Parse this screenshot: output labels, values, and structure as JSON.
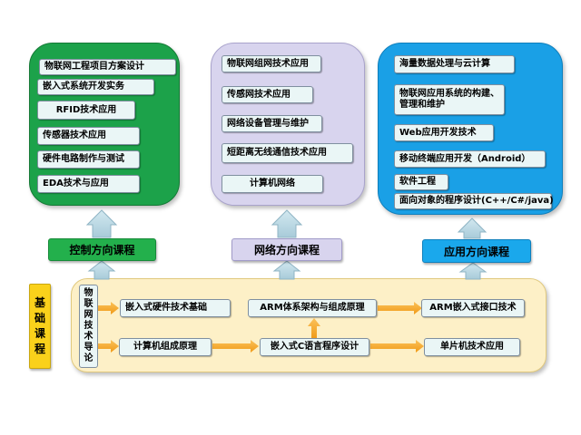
{
  "control": {
    "label": "控制方向课程",
    "courses": [
      "物联网工程项目方案设计",
      "嵌入式系统开发实务",
      "RFID技术应用",
      "传感器技术应用",
      "硬件电路制作与测试",
      "EDA技术与应用"
    ]
  },
  "network": {
    "label": "网络方向课程",
    "courses": [
      "物联网组网技术应用",
      "传感网技术应用",
      "网络设备管理与维护",
      "短距离无线通信技术应用",
      "计算机网络"
    ]
  },
  "app": {
    "label": "应用方向课程",
    "courses": [
      "海量数据处理与云计算",
      "物联网应用系统的构建、管理和维护",
      "Web应用开发技术",
      "移动终端应用开发（Android）",
      "软件工程",
      "面向对象的程序设计(C++/C#/java)"
    ]
  },
  "foundation": {
    "label": [
      "基",
      "础",
      "课",
      "程"
    ],
    "intro": [
      "物",
      "联",
      "网",
      "技",
      "术",
      "导",
      "论"
    ],
    "courses": {
      "embedded_hw": "嵌入式硬件技术基础",
      "arm_arch": "ARM体系架构与组成原理",
      "arm_iface": "ARM嵌入式接口技术",
      "comp_org": "计算机组成原理",
      "embedded_c": "嵌入式C语言程序设计",
      "mcu": "单片机技术应用"
    }
  },
  "colors": {
    "control": "#1ca24a",
    "network": "#d8d4ee",
    "app": "#1aa0e6",
    "foundation": "#fdf0c7",
    "foundation_label": "#fad11b",
    "arrow_orange": "#f5a623",
    "arrow_blue": "#bcd9e6"
  }
}
